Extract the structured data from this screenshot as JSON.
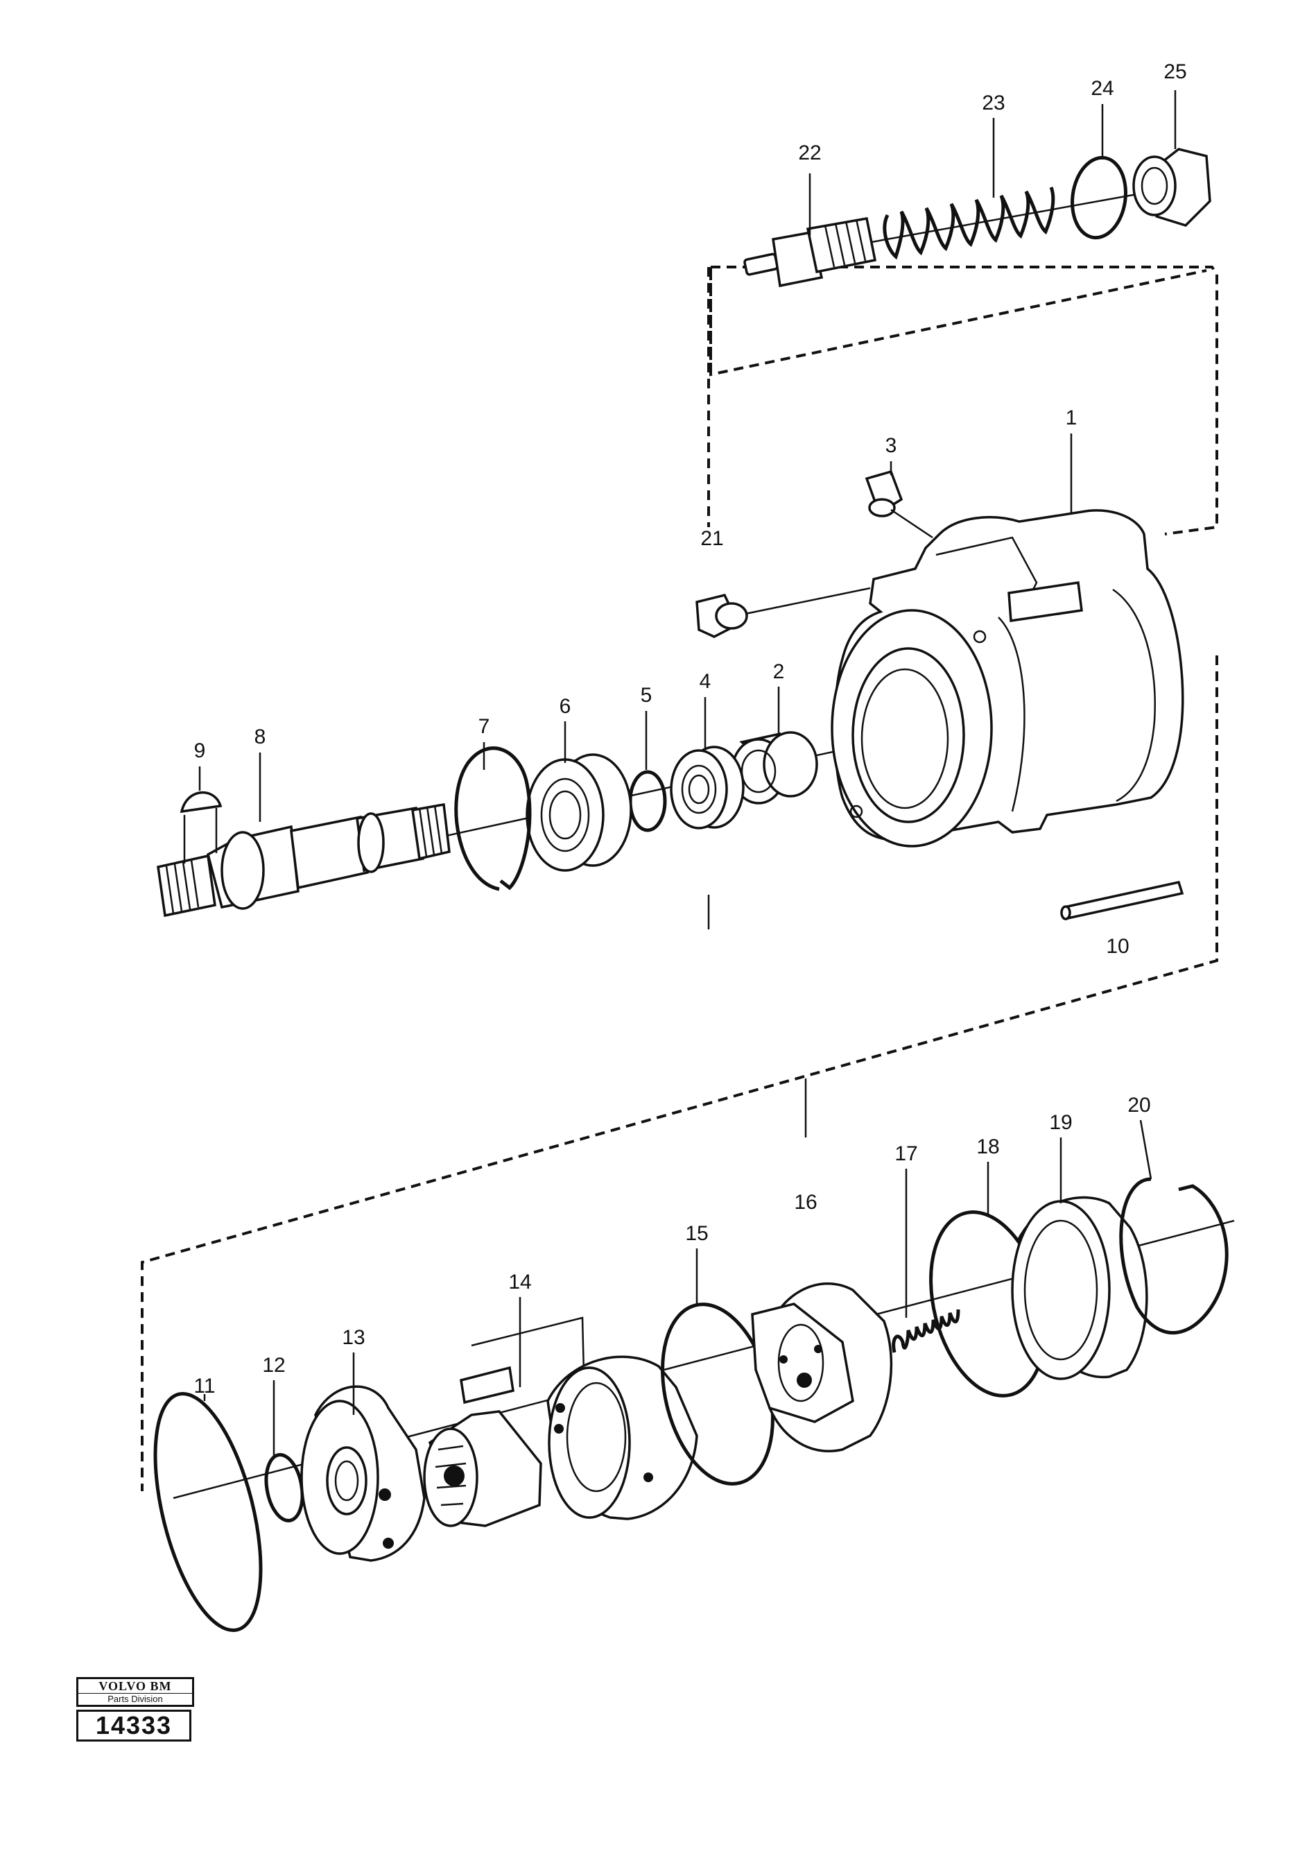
{
  "diagram": {
    "labels": {
      "p1": "1",
      "p2": "2",
      "p3": "3",
      "p4": "4",
      "p5": "5",
      "p6": "6",
      "p7": "7",
      "p8": "8",
      "p9": "9",
      "p10": "10",
      "p11": "11",
      "p12": "12",
      "p13": "13",
      "p14": "14",
      "p15": "15",
      "p16": "16",
      "p17": "17",
      "p18": "18",
      "p19": "19",
      "p20": "20",
      "p21": "21",
      "p22": "22",
      "p23": "23",
      "p24": "24",
      "p25": "25"
    }
  },
  "badge": {
    "brand": "VOLVO BM",
    "division": "Parts Division",
    "code": "14333"
  }
}
